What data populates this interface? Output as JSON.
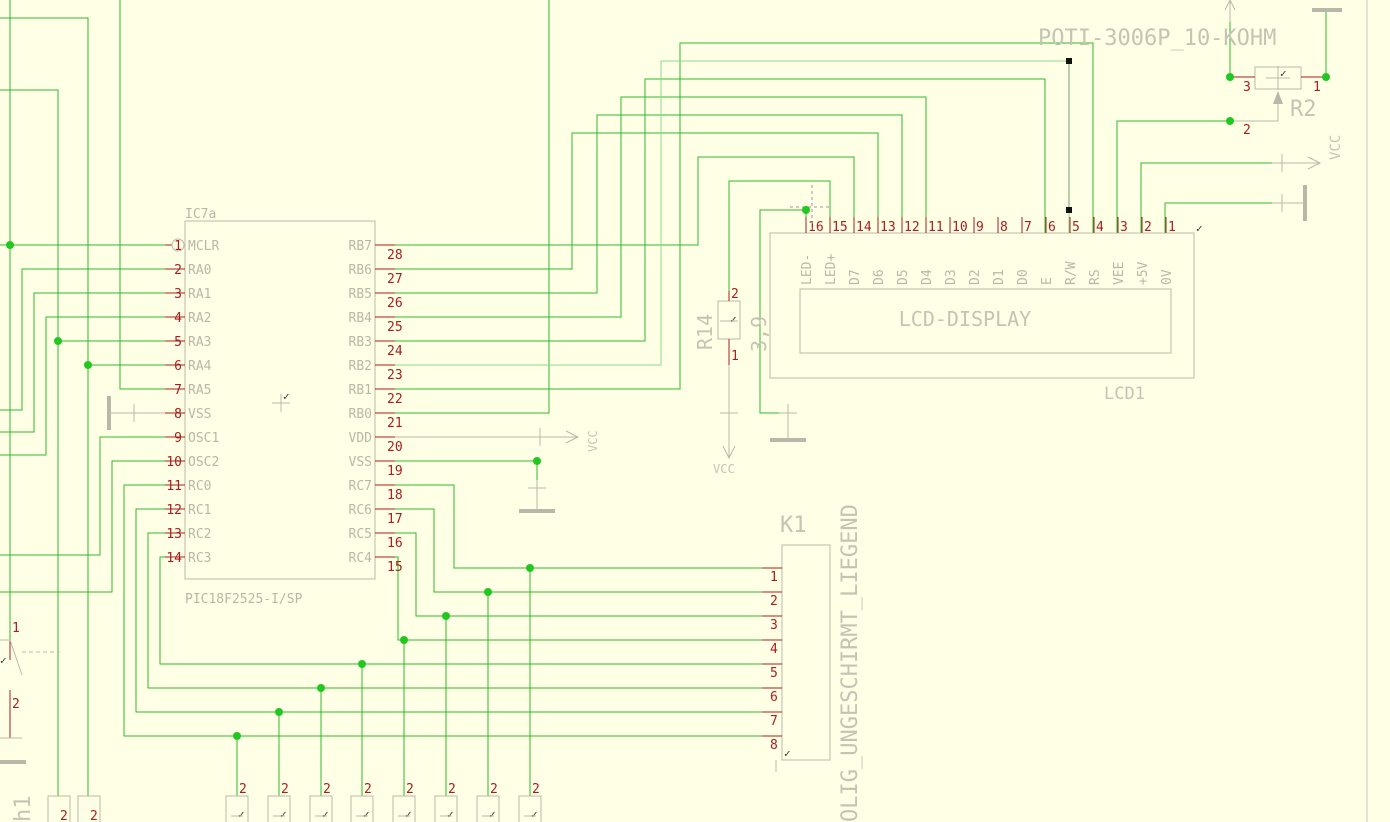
{
  "colors": {
    "background": "#ffffe6",
    "wire": "#2cb82c",
    "wire_light": "#8ed88e",
    "component_outline": "#b8b8a8",
    "pin_line": "#a81e1e",
    "pin_number": "#a81e1e",
    "label": "#b8b8a8",
    "junction": "#22c722"
  },
  "ic": {
    "name": "IC7a",
    "part": "PIC18F2525-I/SP",
    "left_pins": [
      {
        "num": "1",
        "label": "MCLR"
      },
      {
        "num": "2",
        "label": "RA0"
      },
      {
        "num": "3",
        "label": "RA1"
      },
      {
        "num": "4",
        "label": "RA2"
      },
      {
        "num": "5",
        "label": "RA3"
      },
      {
        "num": "6",
        "label": "RA4"
      },
      {
        "num": "7",
        "label": "RA5"
      },
      {
        "num": "8",
        "label": "VSS"
      },
      {
        "num": "9",
        "label": "OSC1"
      },
      {
        "num": "10",
        "label": "OSC2"
      },
      {
        "num": "11",
        "label": "RC0"
      },
      {
        "num": "12",
        "label": "RC1"
      },
      {
        "num": "13",
        "label": "RC2"
      },
      {
        "num": "14",
        "label": "RC3"
      }
    ],
    "right_pins": [
      {
        "num": "28",
        "label": "RB7"
      },
      {
        "num": "27",
        "label": "RB6"
      },
      {
        "num": "26",
        "label": "RB5"
      },
      {
        "num": "25",
        "label": "RB4"
      },
      {
        "num": "24",
        "label": "RB3"
      },
      {
        "num": "23",
        "label": "RB2"
      },
      {
        "num": "22",
        "label": "RB1"
      },
      {
        "num": "21",
        "label": "RB0"
      },
      {
        "num": "20",
        "label": "VDD"
      },
      {
        "num": "19",
        "label": "VSS"
      },
      {
        "num": "18",
        "label": "RC7"
      },
      {
        "num": "17",
        "label": "RC6"
      },
      {
        "num": "16",
        "label": "RC5"
      },
      {
        "num": "15",
        "label": "RC4"
      }
    ]
  },
  "lcd": {
    "name": "LCD1",
    "text": "LCD-DISPLAY",
    "pins": [
      {
        "num": "16",
        "label": "LED-"
      },
      {
        "num": "15",
        "label": "LED+"
      },
      {
        "num": "14",
        "label": "D7"
      },
      {
        "num": "13",
        "label": "D6"
      },
      {
        "num": "12",
        "label": "D5"
      },
      {
        "num": "11",
        "label": "D4"
      },
      {
        "num": "10",
        "label": "D3"
      },
      {
        "num": "9",
        "label": "D2"
      },
      {
        "num": "8",
        "label": "D1"
      },
      {
        "num": "7",
        "label": "D0"
      },
      {
        "num": "6",
        "label": "E"
      },
      {
        "num": "5",
        "label": "R/W"
      },
      {
        "num": "4",
        "label": "RS"
      },
      {
        "num": "3",
        "label": "VEE"
      },
      {
        "num": "2",
        "label": "+5V"
      },
      {
        "num": "1",
        "label": "0V"
      }
    ]
  },
  "k1": {
    "name": "K1",
    "value": "OLIG_UNGESCHIRMT_LIEGEND",
    "pins": [
      "1",
      "2",
      "3",
      "4",
      "5",
      "6",
      "7",
      "8"
    ]
  },
  "r14": {
    "name": "R14",
    "value": "3,9",
    "pin1": "1",
    "pin2": "2"
  },
  "r2": {
    "name": "R2",
    "value": "POTI-3006P_10-KOHM",
    "pin1": "1",
    "pin2": "2",
    "pin3": "3"
  },
  "supply": {
    "vcc": "VCC"
  },
  "bottom_pin_labels": [
    "2",
    "2",
    "2",
    "2",
    "2",
    "2",
    "2",
    "2"
  ],
  "left_edge": {
    "pin_one": "1",
    "pin_two": "2",
    "bottom_pin_a": "2",
    "bottom_pin_b": "2",
    "partial_name": "h1"
  },
  "check_mark": "✓"
}
